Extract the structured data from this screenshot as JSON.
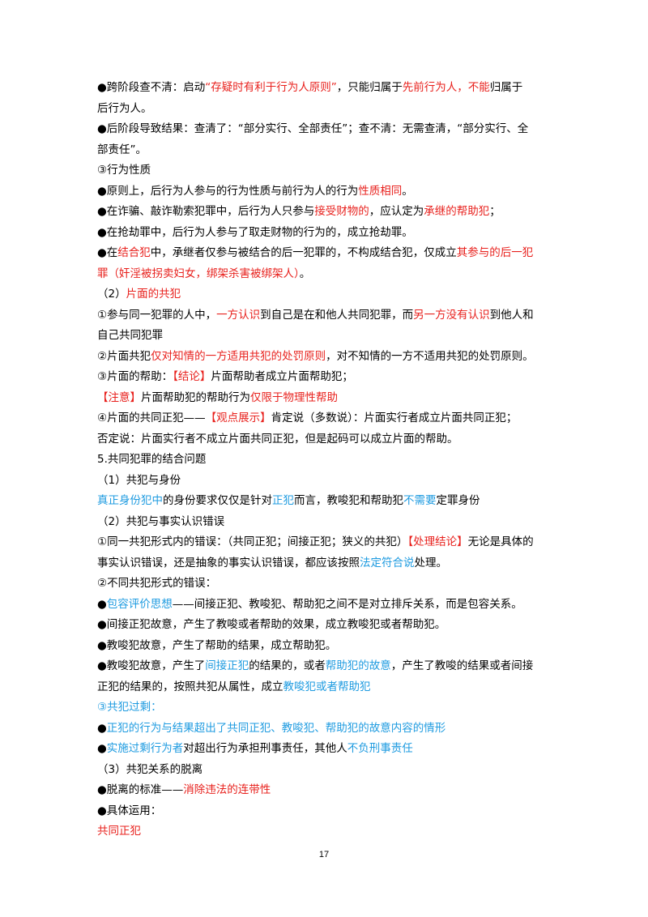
{
  "lines": [
    [
      [
        "●跨阶段查不清：启动",
        ""
      ],
      [
        "“存疑时有利于行为人原则”",
        "r"
      ],
      [
        "，只能归属于",
        ""
      ],
      [
        "先前行为人，不能",
        "r"
      ],
      [
        "归属于",
        ""
      ]
    ],
    [
      [
        "后行为人。",
        ""
      ]
    ],
    [
      [
        "●后阶段导致结果：查清了：“部分实行、全部责任”；查不清：无需查清，“部分实行、全",
        ""
      ]
    ],
    [
      [
        "部责任”。",
        ""
      ]
    ],
    [
      [
        "③行为性质",
        ""
      ]
    ],
    [
      [
        "●原则上，后行为人参与的行为性质与前行为人的行为",
        ""
      ],
      [
        "性质相同",
        "r"
      ],
      [
        "。",
        ""
      ]
    ],
    [
      [
        "●在诈骗、敲诈勒索犯罪中，后行为人只参与",
        ""
      ],
      [
        "接受财物的",
        "r"
      ],
      [
        "，应认定为",
        ""
      ],
      [
        "承继的帮助犯",
        "r"
      ],
      [
        "；",
        ""
      ]
    ],
    [
      [
        "●在抢劫罪中，后行为人参与了取走财物的行为的，成立抢劫罪。",
        ""
      ]
    ],
    [
      [
        "●在",
        ""
      ],
      [
        "结合犯",
        "r"
      ],
      [
        "中，承继者仅参与被结合的后一犯罪的，不构成结合犯，仅成立",
        ""
      ],
      [
        "其参与的后一犯",
        "r"
      ]
    ],
    [
      [
        "罪（奸淫被拐卖妇女，绑架杀害被绑架人）",
        "r"
      ],
      [
        "。",
        ""
      ]
    ],
    [
      [
        "（2）",
        ""
      ],
      [
        "片面的共犯",
        "r"
      ]
    ],
    [
      [
        "①参与同一犯罪的人中，",
        ""
      ],
      [
        "一方认识",
        "r"
      ],
      [
        "到自己是在和他人共同犯罪，而",
        ""
      ],
      [
        "另一方没有认识",
        "r"
      ],
      [
        "到他人和",
        ""
      ]
    ],
    [
      [
        "自己共同犯罪",
        ""
      ]
    ],
    [
      [
        "②片面共犯",
        ""
      ],
      [
        "仅对知情的一方适用共犯的处罚原则",
        "r"
      ],
      [
        "，对不知情的一方不适用共犯的处罚原则。",
        ""
      ]
    ],
    [
      [
        "③片面的帮助：",
        ""
      ],
      [
        "【结论】",
        "r"
      ],
      [
        "片面帮助者成立片面帮助犯；",
        ""
      ]
    ],
    [
      [
        "【注意】",
        "r"
      ],
      [
        "片面帮助犯的帮助行为",
        ""
      ],
      [
        "仅限于物理性帮助",
        "r"
      ]
    ],
    [
      [
        "④片面的共同正犯——",
        ""
      ],
      [
        "【观点展示】",
        "r"
      ],
      [
        "肯定说（多数说）：片面实行者成立片面共同正犯；",
        ""
      ]
    ],
    [
      [
        "否定说：片面实行者不成立片面共同正犯，但是起码可以成立片面的帮助。",
        ""
      ]
    ],
    [
      [
        "5.共同犯罪的结合问题",
        ""
      ]
    ],
    [
      [
        "（1）共犯与身份",
        ""
      ]
    ],
    [
      [
        "真正身份犯中",
        "b"
      ],
      [
        "的身份要求仅仅是针对",
        ""
      ],
      [
        "正犯",
        "b"
      ],
      [
        "而言，教唆犯和帮助犯",
        ""
      ],
      [
        "不需要",
        "b"
      ],
      [
        "定罪身份",
        ""
      ]
    ],
    [
      [
        "（2）共犯与事实认识错误",
        ""
      ]
    ],
    [
      [
        "①同一共犯形式内的错误：（共同正犯；间接正犯；狭义的共犯）",
        ""
      ],
      [
        "【处理结论】",
        "r"
      ],
      [
        "无论是具体的",
        ""
      ]
    ],
    [
      [
        "事实认识错误，还是抽象的事实认识错误，都应该按照",
        ""
      ],
      [
        "法定符合说",
        "b"
      ],
      [
        "处理。",
        ""
      ]
    ],
    [
      [
        "②不同共犯形式的错误：",
        ""
      ]
    ],
    [
      [
        "●",
        ""
      ],
      [
        "包容评价思想",
        "b"
      ],
      [
        "——间接正犯、教唆犯、帮助犯之间不是对立排斥关系，而是包容关系。",
        ""
      ]
    ],
    [
      [
        "●间接正犯故意，产生了教唆或者帮助的效果，成立教唆犯或者帮助犯。",
        ""
      ]
    ],
    [
      [
        "●教唆犯故意，产生了帮助的结果，成立帮助犯。",
        ""
      ]
    ],
    [
      [
        "●教唆犯故意，产生了",
        ""
      ],
      [
        "间接正犯",
        "b"
      ],
      [
        "的结果的，或者",
        ""
      ],
      [
        "帮助犯的故意",
        "b"
      ],
      [
        "，产生了教唆的结果或者间接",
        ""
      ]
    ],
    [
      [
        "正犯的结果的，按照共犯从属性，成立",
        ""
      ],
      [
        "教唆犯或者帮助犯",
        "b"
      ]
    ],
    [
      [
        "③共犯过剩：",
        "b"
      ]
    ],
    [
      [
        "●",
        ""
      ],
      [
        "正犯的行为与结果超出了共同正犯、教唆犯、帮助犯的故意内容的情形",
        "b"
      ]
    ],
    [
      [
        "●",
        ""
      ],
      [
        "实施过剩行为者",
        "b"
      ],
      [
        "对超出行为承担刑事责任，其他人",
        ""
      ],
      [
        "不负刑事责任",
        "b"
      ]
    ],
    [
      [
        "（3）共犯关系的脱离",
        ""
      ]
    ],
    [
      [
        "●脱离的标准——",
        ""
      ],
      [
        "消除违法的连带性",
        "r"
      ]
    ],
    [
      [
        "●具体运用：",
        ""
      ]
    ],
    [
      [
        "共同正犯",
        "r"
      ]
    ]
  ],
  "page_number": "17",
  "colors": {
    "red": "#e8211d",
    "blue": "#1e9be0"
  }
}
